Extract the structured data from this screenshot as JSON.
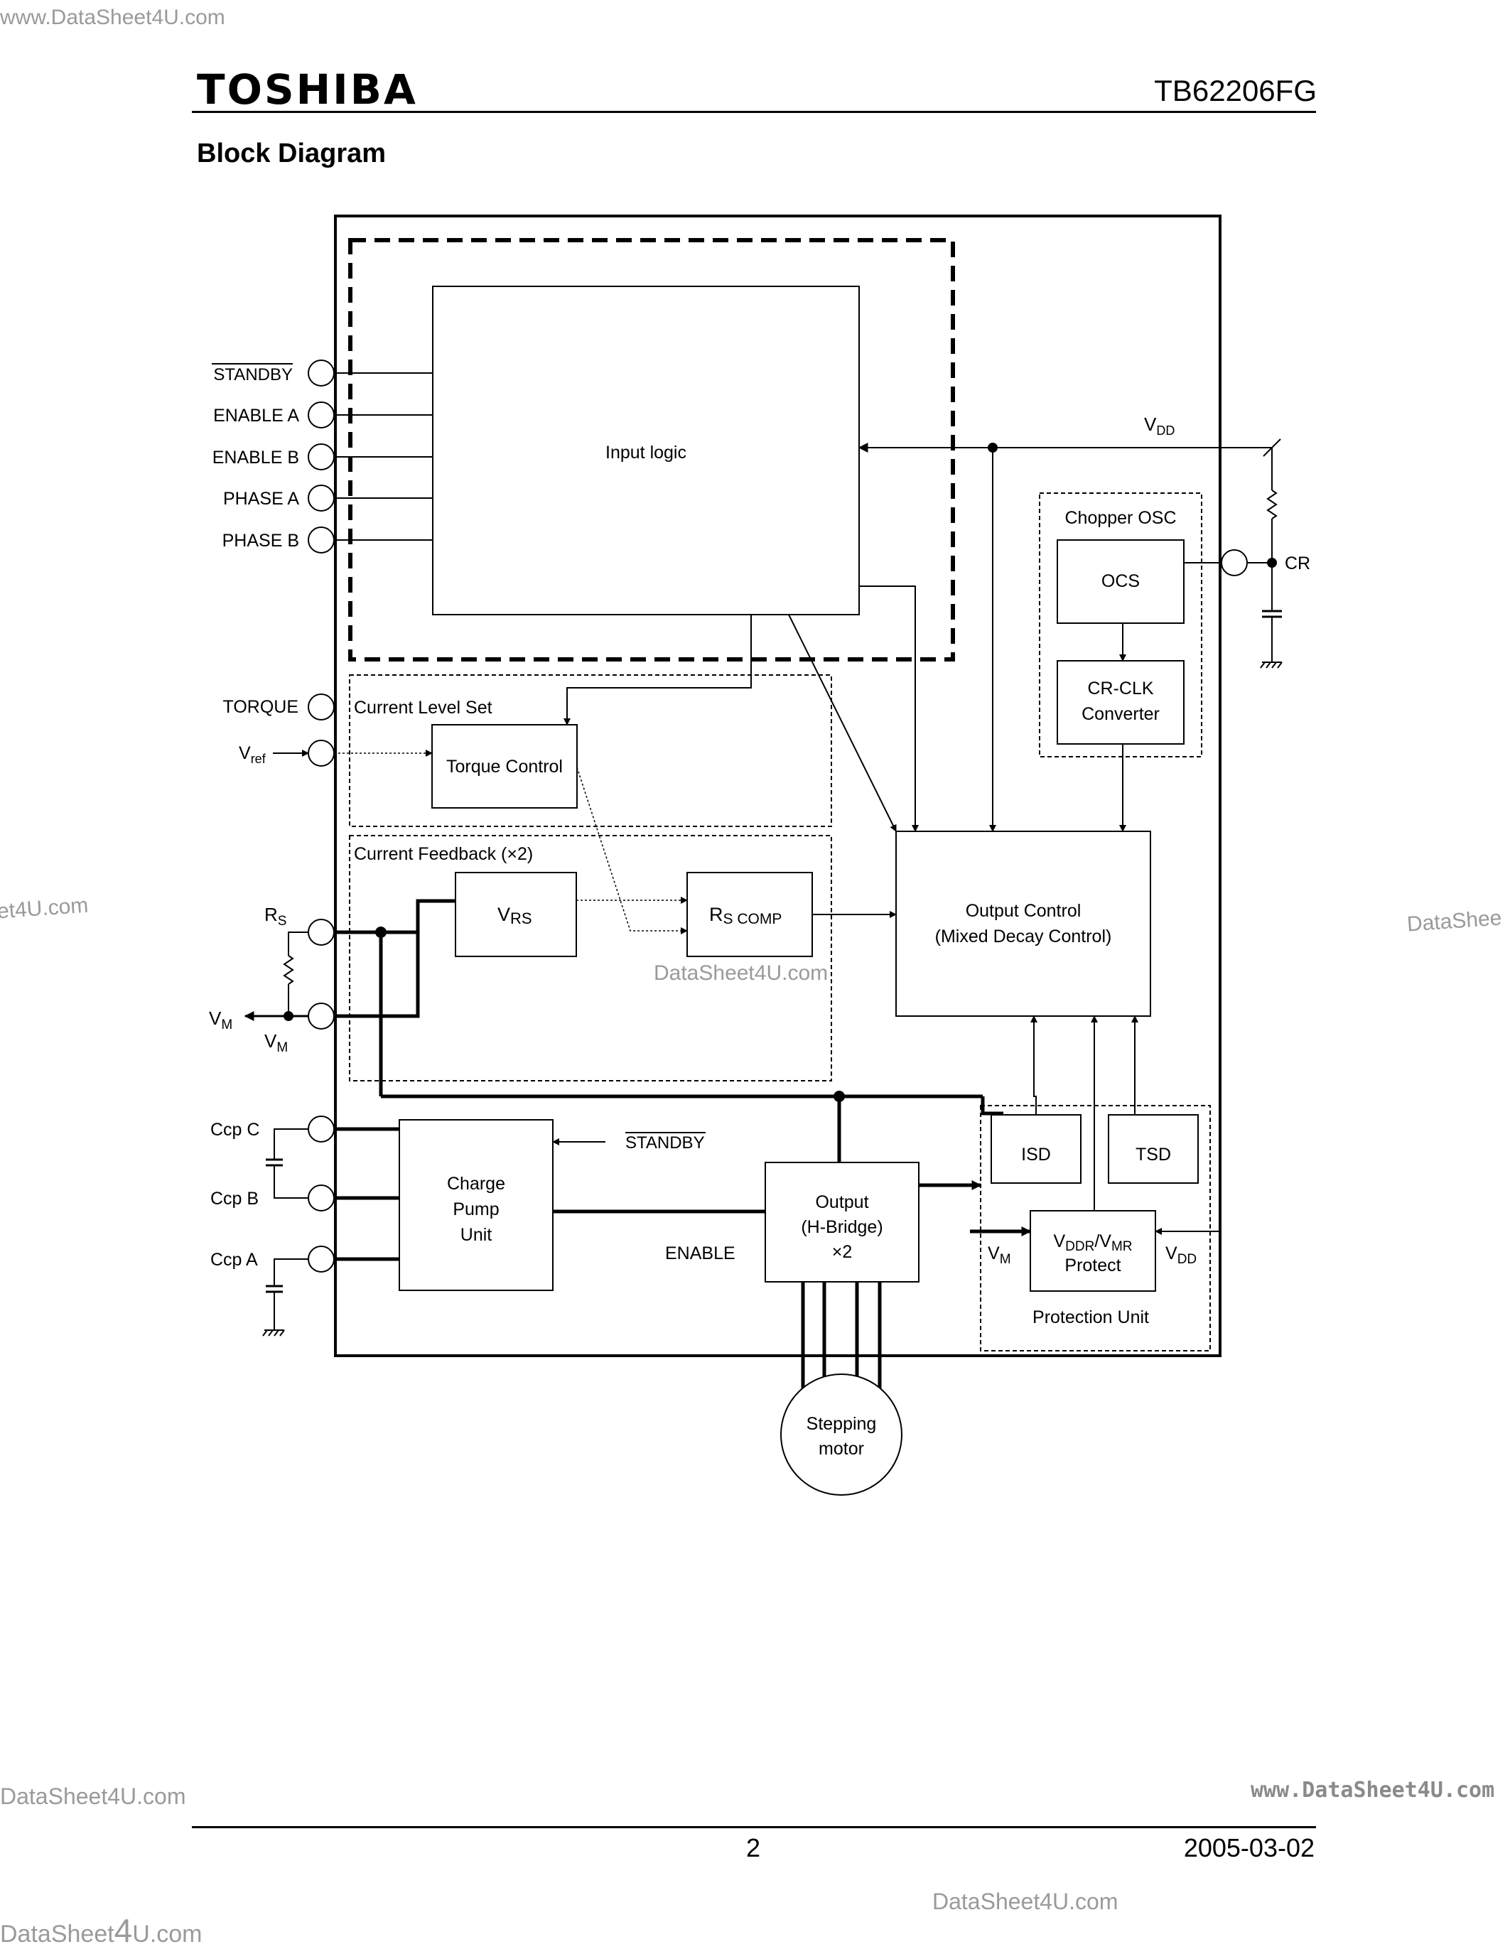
{
  "watermarks": {
    "top_left": "www.DataSheet4U.com",
    "mid_left": "et4U.com",
    "mid_right": "DataShee",
    "center": "DataSheet4U.com",
    "bottom_left": "DataSheet4U.com",
    "bottom_right": "www.DataSheet4U.com",
    "footer_center": "DataSheet4U.com",
    "footer_left_a": "DataSheet",
    "footer_left_b": "4",
    "footer_left_c": "U.com"
  },
  "header": {
    "logo": "TOSHIBA",
    "part_number": "TB62206FG"
  },
  "section_title": "Block Diagram",
  "pins": {
    "standby": "STANDBY",
    "enable_a": "ENABLE  A",
    "enable_b": "ENABLE  B",
    "phase_a": "PHASE  A",
    "phase_b": "PHASE  B",
    "torque": "TORQUE",
    "vref_main": "V",
    "vref_sub": "ref",
    "rs_main": "R",
    "rs_sub": "S",
    "vm_main": "V",
    "vm_sub": "M",
    "ccp_c": "Ccp C",
    "ccp_b": "Ccp B",
    "ccp_a": "Ccp A",
    "cr": "CR",
    "vdd_main": "V",
    "vdd_sub": "DD"
  },
  "blocks": {
    "input_logic": "Input logic",
    "chopper_osc": "Chopper OSC",
    "ocs": "OCS",
    "cr_clk_1": "CR-CLK",
    "cr_clk_2": "Converter",
    "current_level_set": "Current Level Set",
    "torque_control": "Torque Control",
    "current_feedback": "Current Feedback (×2)",
    "vrs_main": "V",
    "vrs_sub": "RS",
    "rscomp_main": "R",
    "rscomp_sub": "S COMP",
    "output_control_1": "Output Control",
    "output_control_2": "(Mixed Decay Control)",
    "charge_pump_1": "Charge",
    "charge_pump_2": "Pump",
    "charge_pump_3": "Unit",
    "output_1": "Output",
    "output_2": "(H-Bridge)",
    "output_3": "×2",
    "isd": "ISD",
    "tsd": "TSD",
    "vddr_main": "V",
    "vddr_sub": "DDR",
    "vmr_sep": "/V",
    "vmr_sub": "MR",
    "protect": "Protect",
    "protection_unit": "Protection Unit",
    "motor_1": "Stepping",
    "motor_2": "motor",
    "standby_signal": "STANDBY",
    "enable_signal": "ENABLE"
  },
  "footer": {
    "page": "2",
    "date": "2005-03-02"
  }
}
